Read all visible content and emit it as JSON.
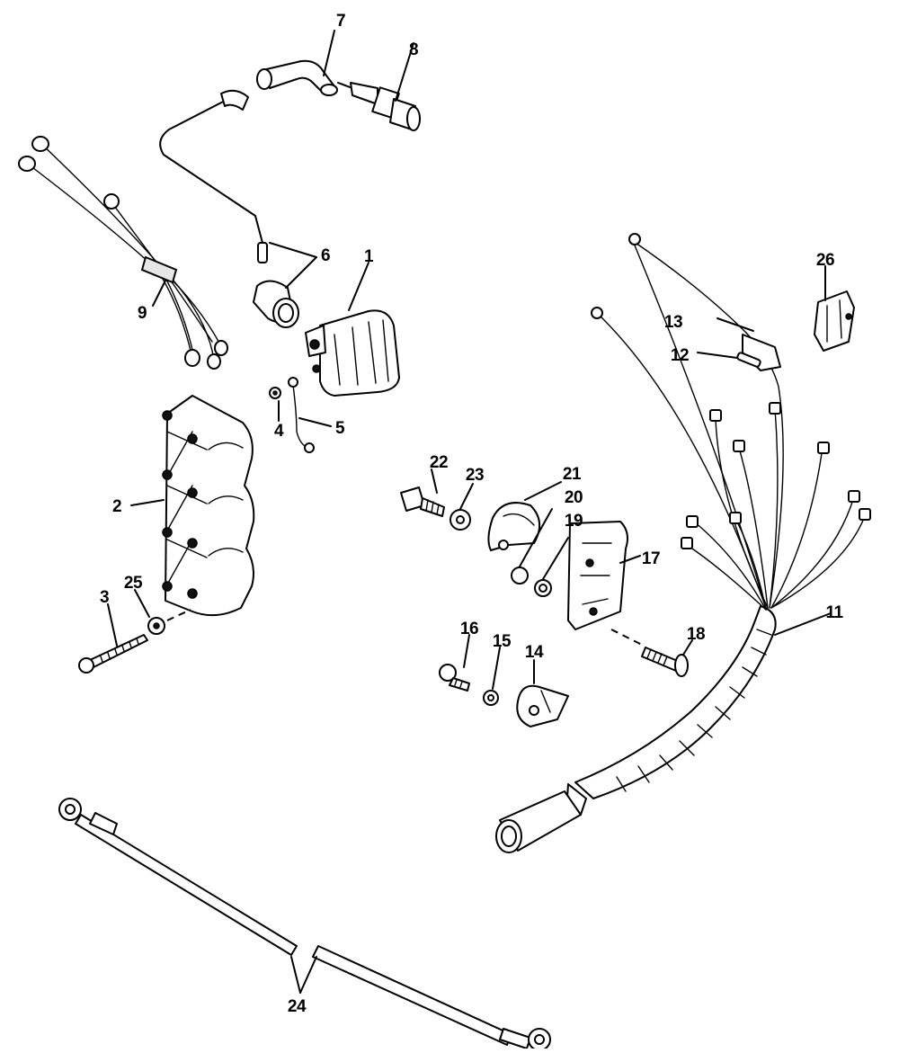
{
  "callouts": [
    "1",
    "2",
    "3",
    "4",
    "5",
    "6",
    "7",
    "8",
    "9",
    "11",
    "12",
    "13",
    "14",
    "15",
    "16",
    "17",
    "18",
    "19",
    "20",
    "21",
    "22",
    "23",
    "24",
    "25",
    "26"
  ]
}
